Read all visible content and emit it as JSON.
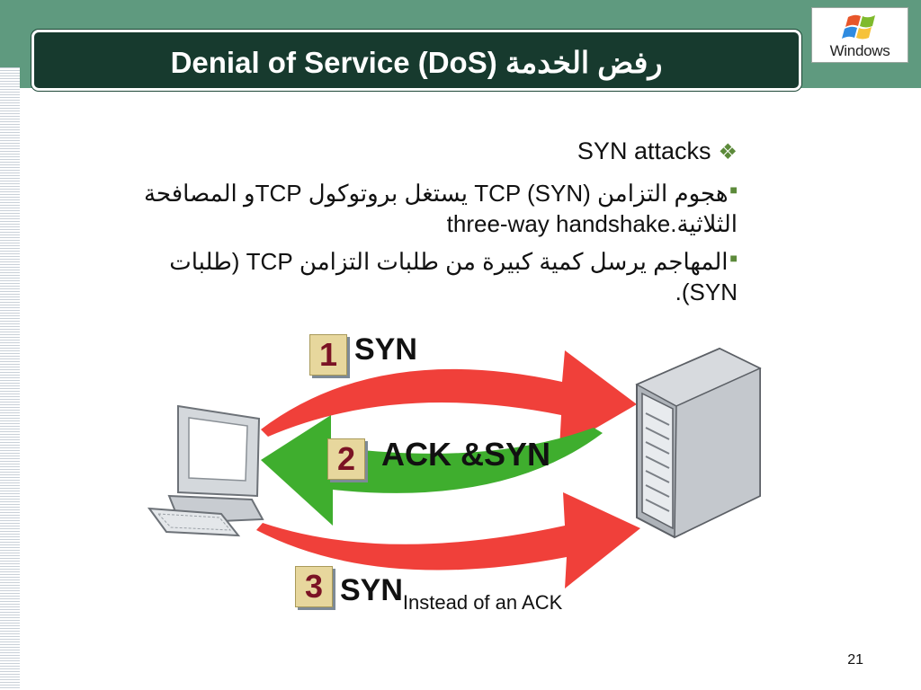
{
  "slide": {
    "title": "Denial of Service (DoS) رفض الخدمة",
    "logo_text": "Windows",
    "page_number": "21"
  },
  "content": {
    "main_bullet": "SYN  attacks",
    "sub_bullets": [
      "هجوم التزامن  TCP  (SYN) يستغل بروتوكول TCPو المصافحة الثلاثية.three-way handshake",
      "المهاجم يرسل كمية كبيرة من طلبات التزامن TCP (طلبات SYN)."
    ]
  },
  "diagram": {
    "steps": [
      {
        "number": "1",
        "label": "SYN",
        "sublabel": ""
      },
      {
        "number": "2",
        "label": "ACK &SYN",
        "sublabel": ""
      },
      {
        "number": "3",
        "label": "SYN",
        "sublabel": "Instead of an ACK"
      }
    ],
    "colors": {
      "request_arrow": "#f0403a",
      "response_arrow": "#3fae2e"
    }
  }
}
